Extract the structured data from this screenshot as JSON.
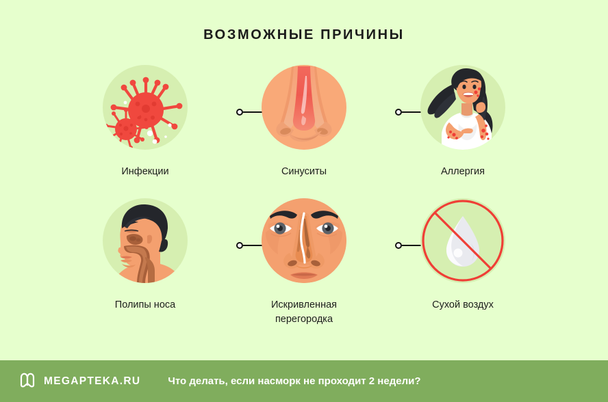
{
  "page": {
    "background_color": "#e6ffcd",
    "title": "ВОЗМОЖНЫЕ ПРИЧИНЫ"
  },
  "causes": [
    {
      "id": "infections",
      "label": "Инфекции",
      "icon": "virus-icon",
      "circle_color": "#d6efb1"
    },
    {
      "id": "sinusitis",
      "label": "Синуситы",
      "icon": "inflamed-nose-icon",
      "circle_color": "#f9a978"
    },
    {
      "id": "allergy",
      "label": "Аллергия",
      "icon": "woman-with-rash-icon",
      "circle_color": "#d6efb1"
    },
    {
      "id": "nasal-polyps",
      "label": "Полипы носа",
      "icon": "head-profile-cross-section-icon",
      "circle_color": "#d6efb1"
    },
    {
      "id": "deviated-septum",
      "label": "Искривленная перегородка",
      "icon": "face-front-nose-icon",
      "circle_color": "#d6efb1"
    },
    {
      "id": "dry-air",
      "label": "Сухой воздух",
      "icon": "no-water-drop-icon",
      "circle_color": "#d6efb1"
    }
  ],
  "connectors": {
    "line_color": "#121212",
    "dot_fill": "#ffffff"
  },
  "footer": {
    "background_color": "#80ad5d",
    "logo_icon": "megapteka-m-logo-icon",
    "logo_text": "MEGAPTEKA.RU",
    "caption": "Что делать, если насморк не проходит 2 недели?"
  },
  "colors": {
    "accent_green": "#80ad5d",
    "circle_green": "#d6efb1",
    "skin": "#f9a978",
    "virus_red": "#f0483e",
    "hair_dark": "#24262b"
  }
}
